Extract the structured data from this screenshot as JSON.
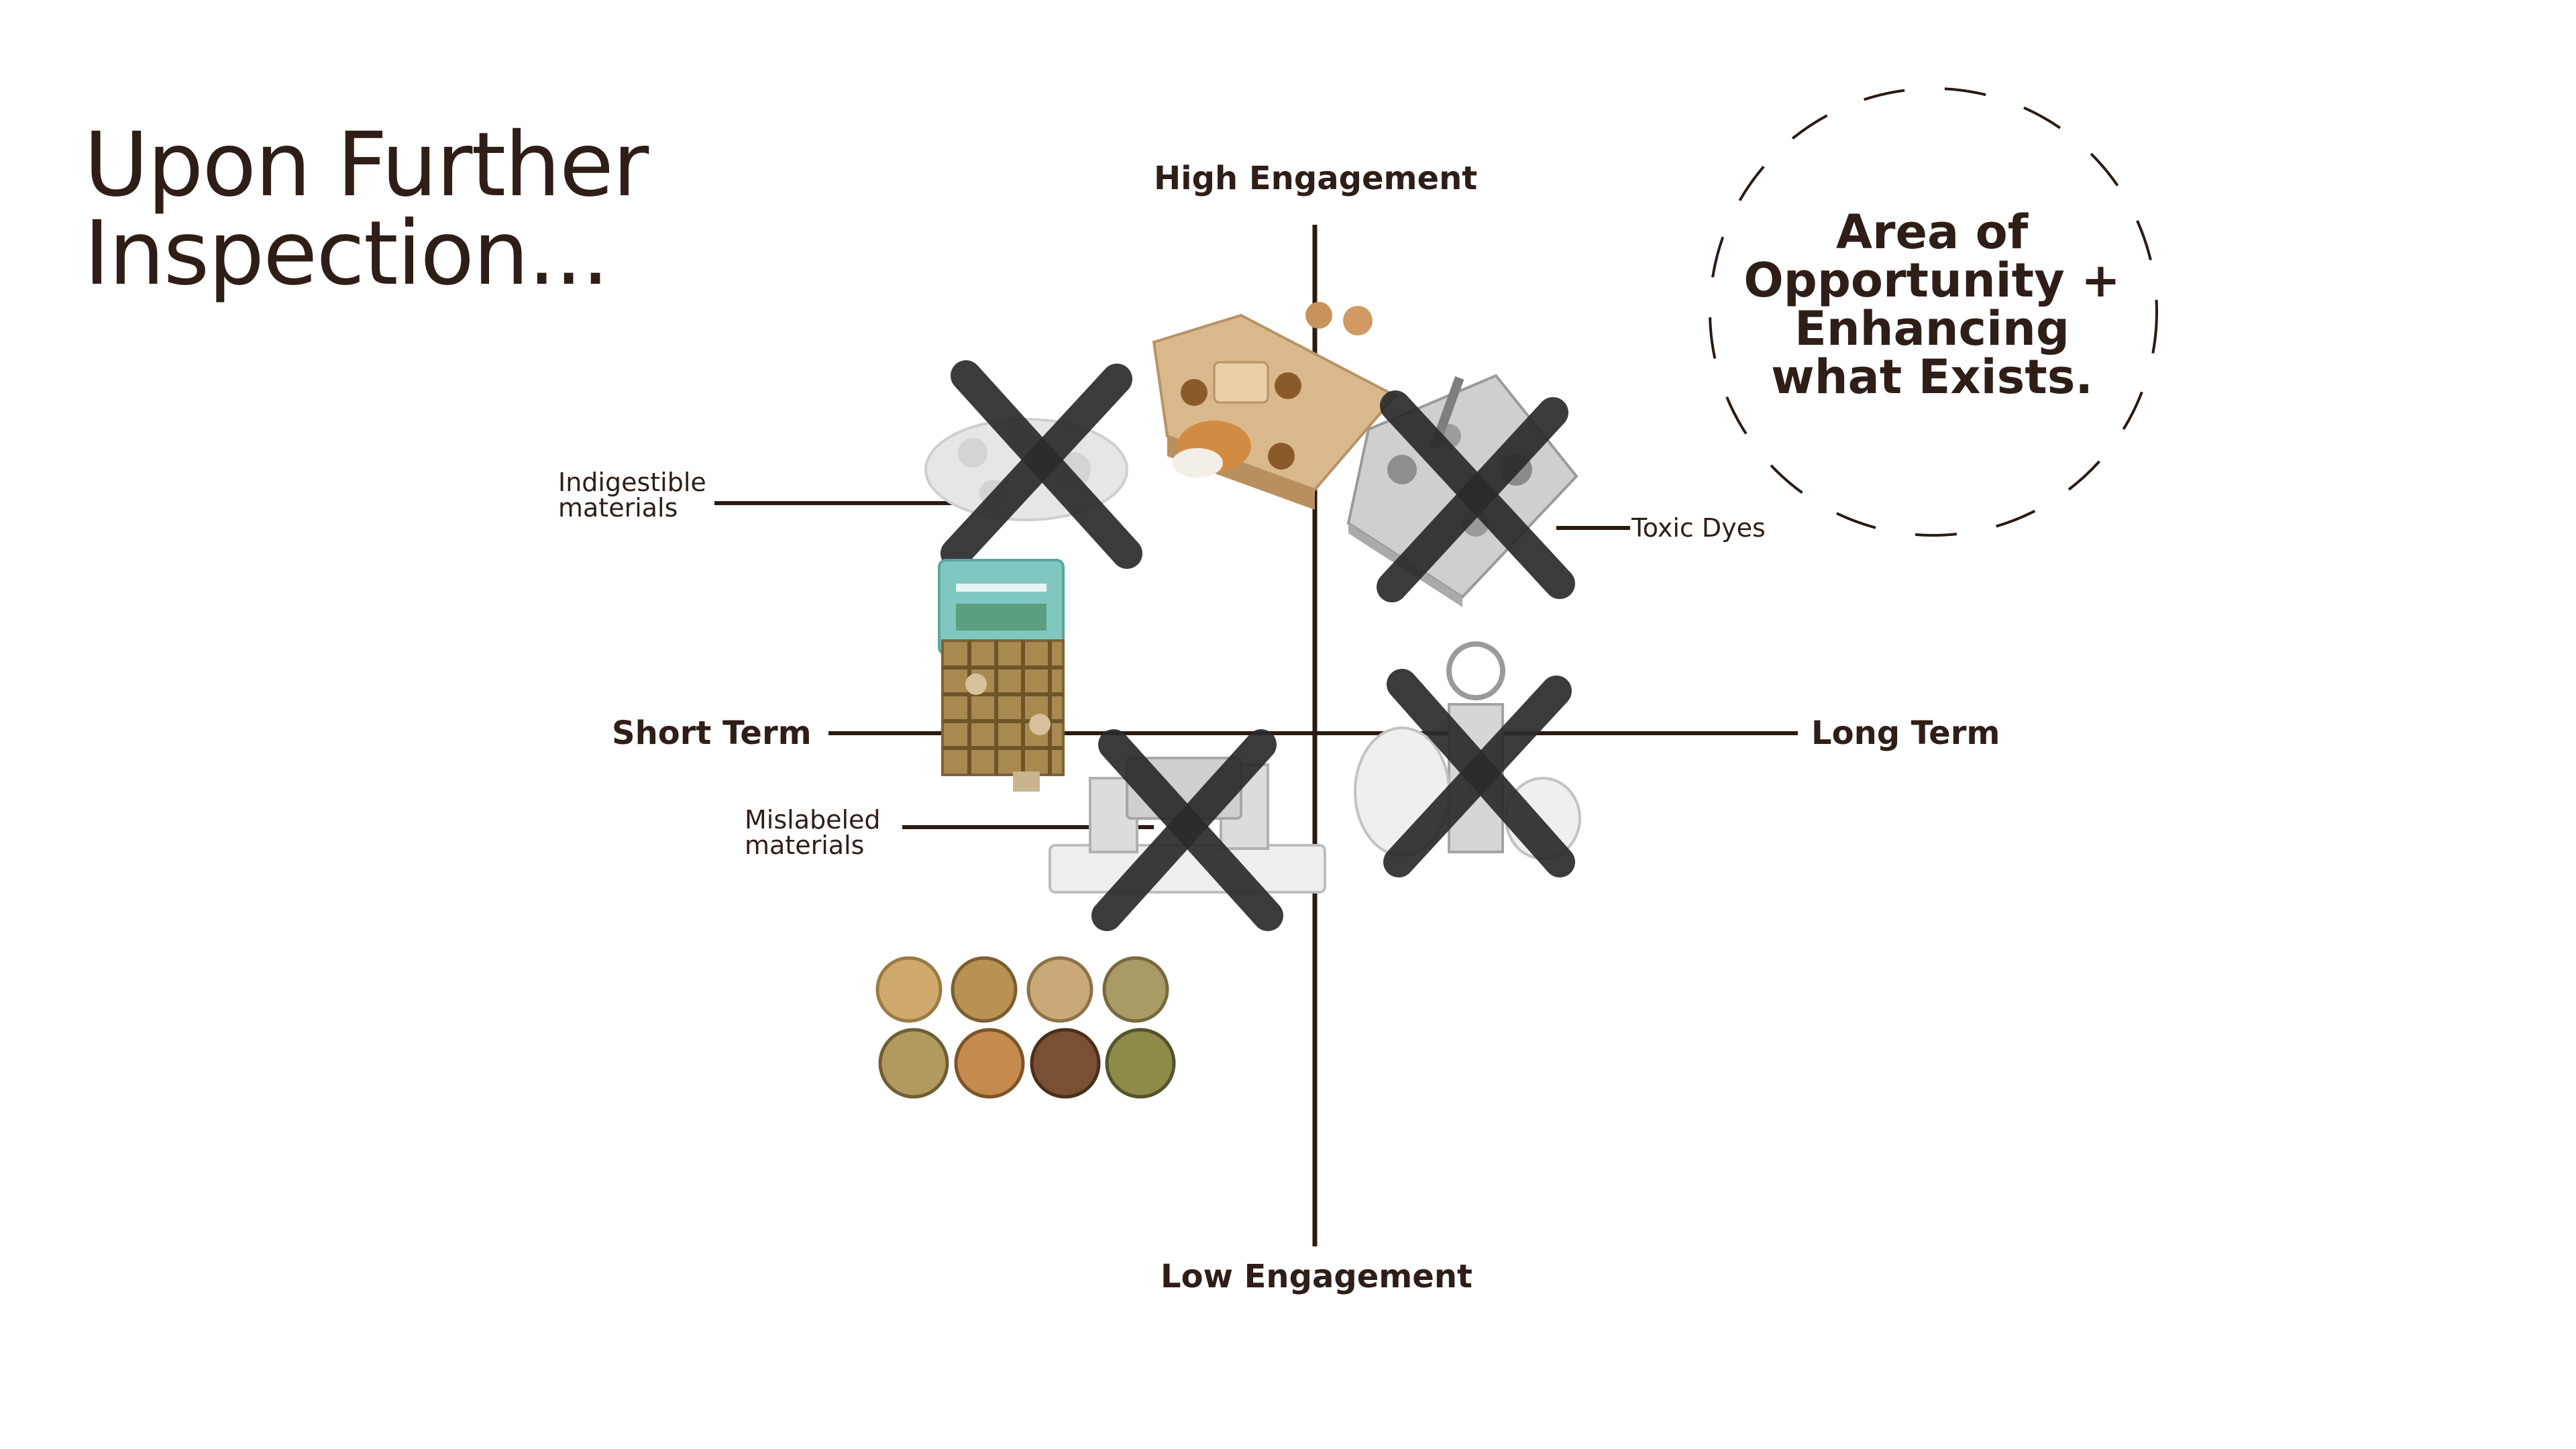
{
  "title": {
    "line1": "Upon Further",
    "line2": "Inspection..."
  },
  "axes": {
    "top": "High Engagement",
    "bottom": "Low Engagement",
    "left": "Short Term",
    "right": "Long Term"
  },
  "callouts": {
    "indigestible_line1": "Indigestible",
    "indigestible_line2": "materials",
    "toxic": "Toxic Dyes",
    "mislabeled_line1": "Mislabeled",
    "mislabeled_line2": "materials"
  },
  "opportunity": {
    "line1": "Area of",
    "line2": "Opportunity +",
    "line3": "Enhancing",
    "line4": "what Exists."
  },
  "products": [
    {
      "name": "Plastic puzzle feeder",
      "crossed": true
    },
    {
      "name": "Wooden treat puzzle",
      "crossed": false
    },
    {
      "name": "Dyed chew assortment",
      "crossed": true
    },
    {
      "name": "Woven hanging play wall",
      "crossed": false
    },
    {
      "name": "Wooden spinner toy",
      "crossed": true
    },
    {
      "name": "Hanging activity toy",
      "crossed": true
    },
    {
      "name": "Woven grass balls",
      "crossed": false
    }
  ],
  "colors": {
    "text": "#2f1e17",
    "axis": "#2a1a12",
    "cross": "#2b2b2b"
  }
}
